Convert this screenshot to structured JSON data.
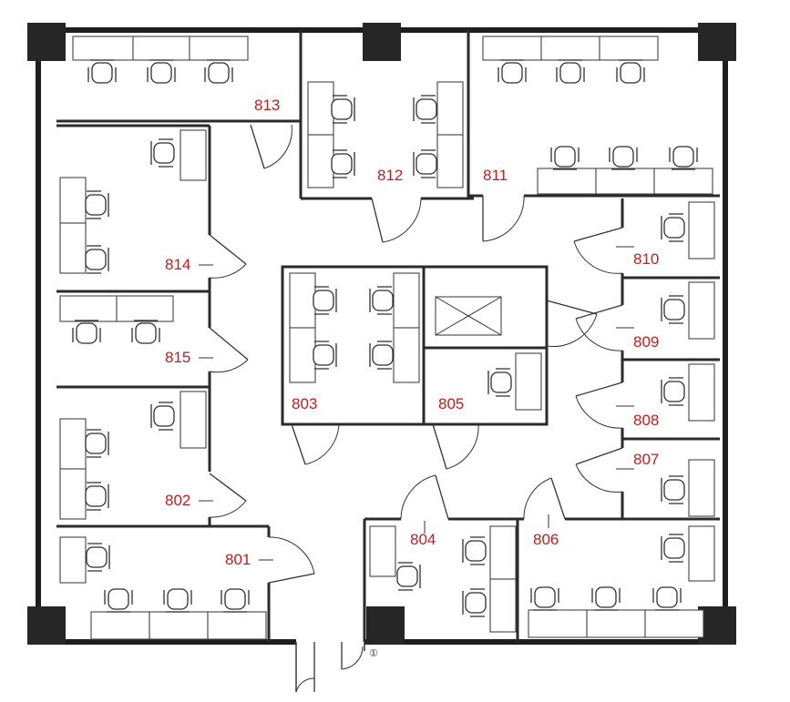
{
  "colors": {
    "wall": "#2b2b2b",
    "column": "#262626",
    "label": "#c21d1d",
    "background": "#ffffff"
  },
  "rooms": [
    {
      "id": "813",
      "label": "813"
    },
    {
      "id": "812",
      "label": "812"
    },
    {
      "id": "811",
      "label": "811"
    },
    {
      "id": "814",
      "label": "814"
    },
    {
      "id": "810",
      "label": "810"
    },
    {
      "id": "815",
      "label": "815"
    },
    {
      "id": "809",
      "label": "809"
    },
    {
      "id": "803",
      "label": "803"
    },
    {
      "id": "805",
      "label": "805"
    },
    {
      "id": "808",
      "label": "808"
    },
    {
      "id": "807",
      "label": "807"
    },
    {
      "id": "802",
      "label": "802"
    },
    {
      "id": "804",
      "label": "804"
    },
    {
      "id": "806",
      "label": "806"
    },
    {
      "id": "801",
      "label": "801"
    }
  ],
  "entrance_marker": "①"
}
